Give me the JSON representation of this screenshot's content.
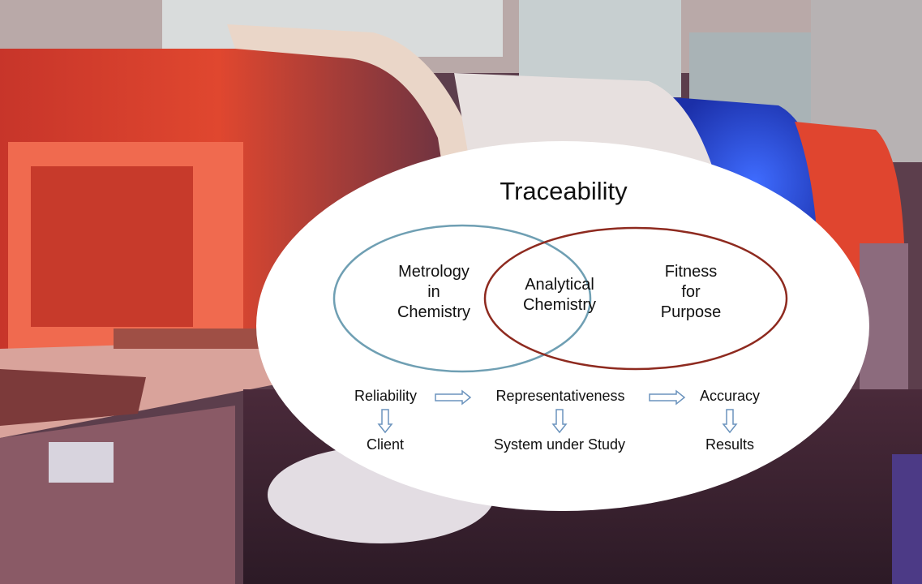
{
  "diagram": {
    "title": "Traceability",
    "left_circle": {
      "lines": [
        "Metrology",
        "in",
        "Chemistry"
      ],
      "color": "#6f9fb3"
    },
    "overlap": {
      "lines": [
        "Analytical",
        "Chemistry"
      ]
    },
    "right_circle": {
      "lines": [
        "Fitness",
        "for",
        "Purpose"
      ],
      "color": "#8e2a1f"
    },
    "chain": {
      "top": [
        "Reliability",
        "Representativeness",
        "Accuracy"
      ],
      "bottom": [
        "Client",
        "System under Study",
        "Results"
      ],
      "arrow_color": "#6b93bd"
    }
  },
  "background": {
    "description_colors": {
      "red_glow": "#e8472e",
      "blue_glow": "#2f5fe6"
    }
  }
}
